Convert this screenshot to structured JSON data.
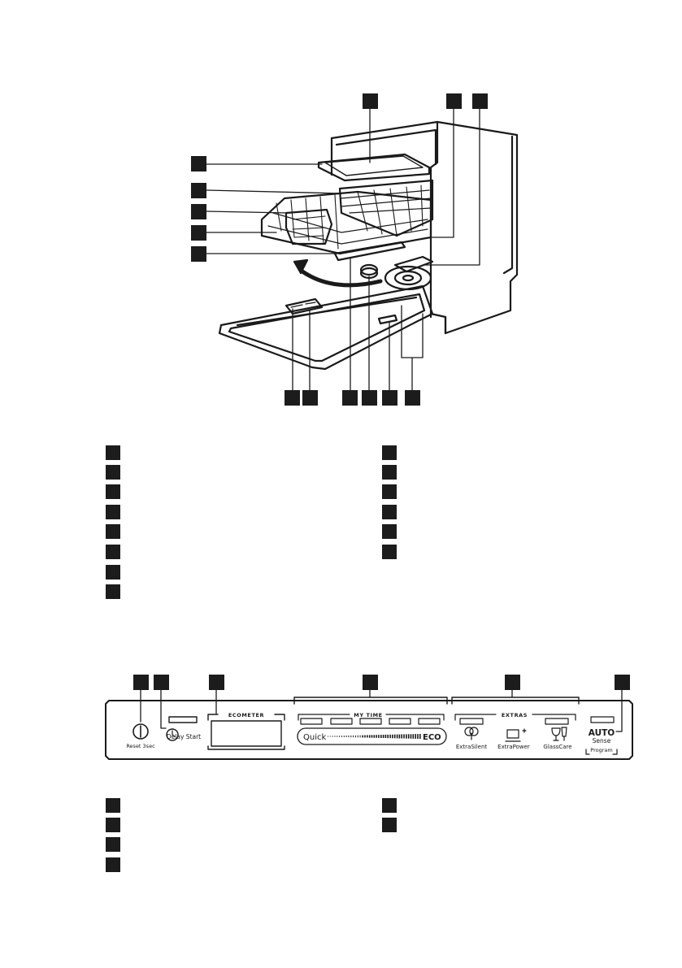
{
  "diagram_main": {
    "callout_top": [
      "",
      "",
      ""
    ],
    "callout_left": [
      "",
      "",
      "",
      "",
      ""
    ],
    "callout_bottom": [
      "",
      "",
      "",
      "",
      "",
      ""
    ]
  },
  "legend_main": {
    "left": [
      "",
      "",
      "",
      "",
      "",
      "",
      "",
      ""
    ],
    "right": [
      "",
      "",
      "",
      "",
      "",
      ""
    ]
  },
  "control_panel": {
    "reset_label": "Reset 3sec",
    "delay_label": "Delay Start",
    "ecometer_label": "ECOMETER",
    "mytime_label": "MY TIME",
    "quick_label": "Quick",
    "eco_label": "ECO",
    "extras_label": "EXTRAS",
    "extrasilent_label": "ExtraSilent",
    "extrapower_label": "ExtraPower",
    "glasscare_label": "GlassCare",
    "auto_label": "AUTO",
    "sense_label": "Sense",
    "program_label": "Program"
  },
  "legend_panel": {
    "left": [
      "",
      "",
      "",
      ""
    ],
    "right": [
      "",
      ""
    ]
  },
  "icons": [
    "power-icon",
    "clock-icon",
    "fan-icon",
    "pot-icon",
    "glasses-icon"
  ]
}
